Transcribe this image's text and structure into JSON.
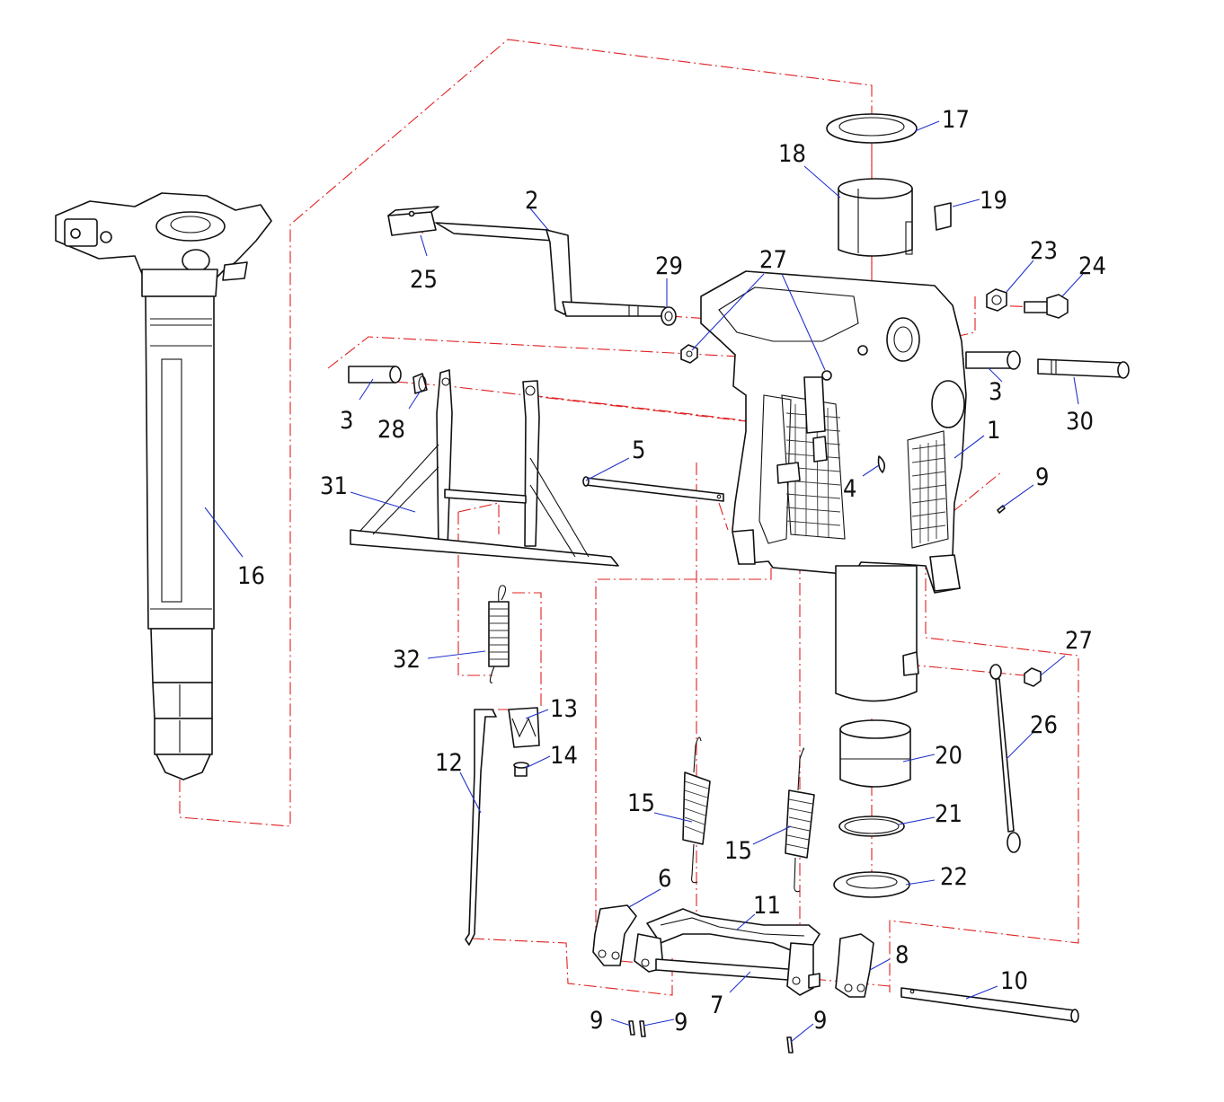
{
  "diagram": {
    "colors": {
      "outline": "#111111",
      "assembly_line": "#e02020",
      "leader_line": "#2233cc",
      "background": "#ffffff"
    },
    "callouts": {
      "c1": "1",
      "c2": "2",
      "c3a": "3",
      "c3b": "3",
      "c4": "4",
      "c5": "5",
      "c6": "6",
      "c7": "7",
      "c8": "8",
      "c9a": "9",
      "c9b": "9",
      "c9c": "9",
      "c9d": "9",
      "c10": "10",
      "c11": "11",
      "c12": "12",
      "c13": "13",
      "c14": "14",
      "c15a": "15",
      "c15b": "15",
      "c16": "16",
      "c17": "17",
      "c18": "18",
      "c19": "19",
      "c20": "20",
      "c21": "21",
      "c22": "22",
      "c23": "23",
      "c24": "24",
      "c25": "25",
      "c26": "26",
      "c27a": "27",
      "c27b": "27",
      "c28": "28",
      "c29": "29",
      "c30": "30",
      "c31": "31",
      "c32": "32"
    }
  }
}
